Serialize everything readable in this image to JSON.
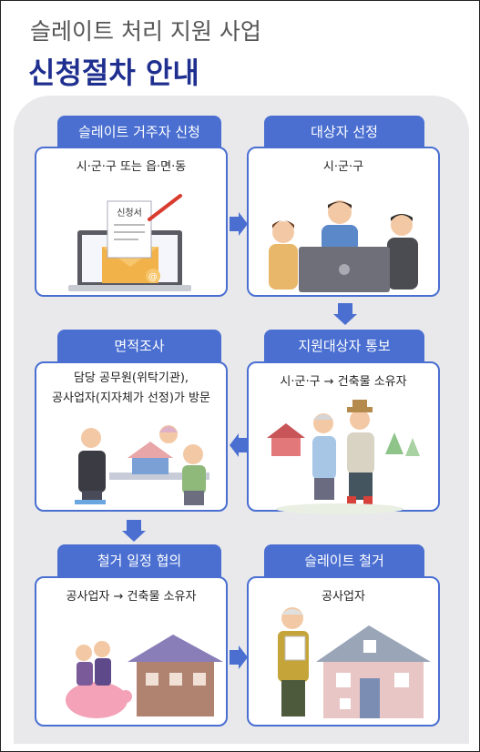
{
  "header": {
    "subtitle": "슬레이트 처리 지원 사업",
    "title": "신청절차 안내"
  },
  "steps": [
    {
      "label": "슬레이트 거주자 신청",
      "desc": "시·군·구 또는 읍·면·동",
      "paper_text": "신청서",
      "mail_symbol": "@"
    },
    {
      "label": "대상자 선정",
      "desc": "시·군·구"
    },
    {
      "label": "면적조사",
      "desc_line1": "담당 공무원(위탁기관),",
      "desc_line2": "공사업자(지자체가 선정)가 방문"
    },
    {
      "label": "지원대상자 통보",
      "desc": "시·군·구 → 건축물 소유자"
    },
    {
      "label": "철거 일정 협의",
      "desc": "공사업자 → 건축물 소유자"
    },
    {
      "label": "슬레이트 철거",
      "desc": "공사업자"
    }
  ],
  "colors": {
    "accent": "#4a6fd1",
    "title": "#1f2f8f",
    "panel_bg": "#e9e9ec"
  }
}
